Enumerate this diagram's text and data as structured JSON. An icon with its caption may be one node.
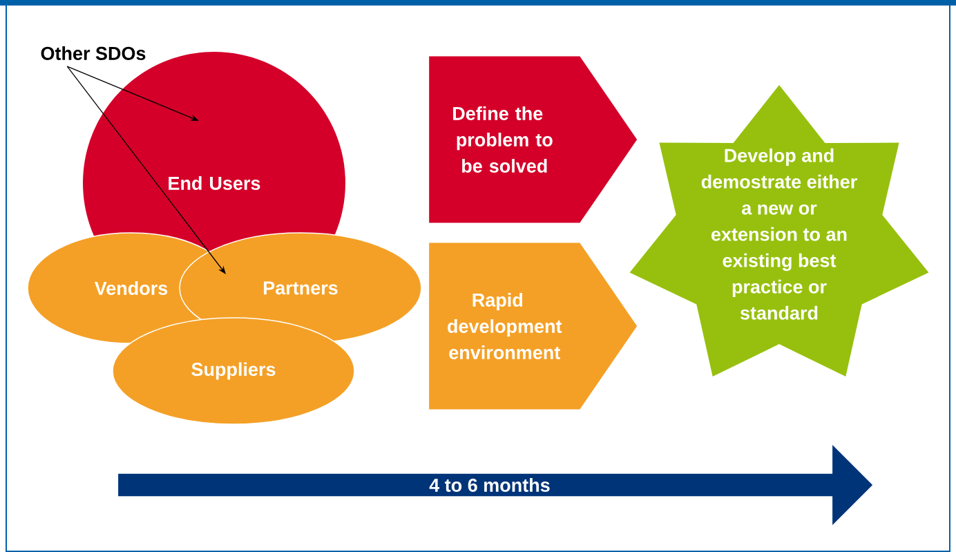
{
  "diagram": {
    "nodes": [
      {
        "text": [
          "Other SDOs"
        ]
      },
      {
        "text": [
          "End Users"
        ]
      },
      {
        "text": [
          "Vendors"
        ]
      },
      {
        "text": [
          "Partners"
        ]
      },
      {
        "text": [
          "Suppliers"
        ]
      },
      {
        "text": [
          "Define the problem to be solved"
        ]
      },
      {
        "text": [
          "Rapid development environment"
        ]
      },
      {
        "text": [
          "Develop and demostrate either a new or extension to an existing best practice or standard"
        ]
      },
      {
        "text": [
          "4 to 6 months"
        ]
      }
    ],
    "edges": [
      {
        "from": 0,
        "to": 1,
        "arrow": "to"
      },
      {
        "from": 0,
        "to": 3,
        "arrow": "to"
      }
    ]
  }
}
